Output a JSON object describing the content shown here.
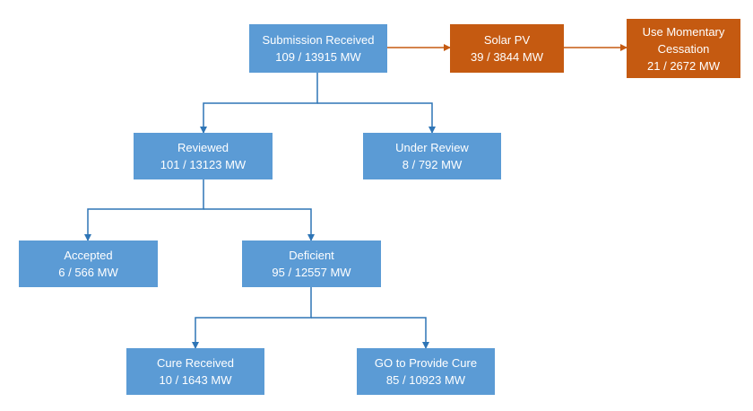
{
  "colors": {
    "blue_node": "#5b9bd5",
    "orange_node": "#c55a11",
    "blue_connector": "#2e75b6",
    "orange_connector": "#c55a11"
  },
  "nodes": {
    "submission_received": {
      "title": "Submission Received",
      "value": "109 / 13915 MW"
    },
    "solar_pv": {
      "title": "Solar PV",
      "value": "39 / 3844 MW"
    },
    "use_momentary_cessation": {
      "title_line1": "Use Momentary",
      "title_line2": "Cessation",
      "value": "21 / 2672 MW"
    },
    "reviewed": {
      "title": "Reviewed",
      "value": "101 / 13123 MW"
    },
    "under_review": {
      "title": "Under Review",
      "value": "8 / 792 MW"
    },
    "accepted": {
      "title": "Accepted",
      "value": "6 / 566 MW"
    },
    "deficient": {
      "title": "Deficient",
      "value": "95 / 12557 MW"
    },
    "cure_received": {
      "title": "Cure Received",
      "value": "10 / 1643 MW"
    },
    "go_to_provide_cure": {
      "title": "GO to Provide Cure",
      "value": "85 / 10923 MW"
    }
  }
}
